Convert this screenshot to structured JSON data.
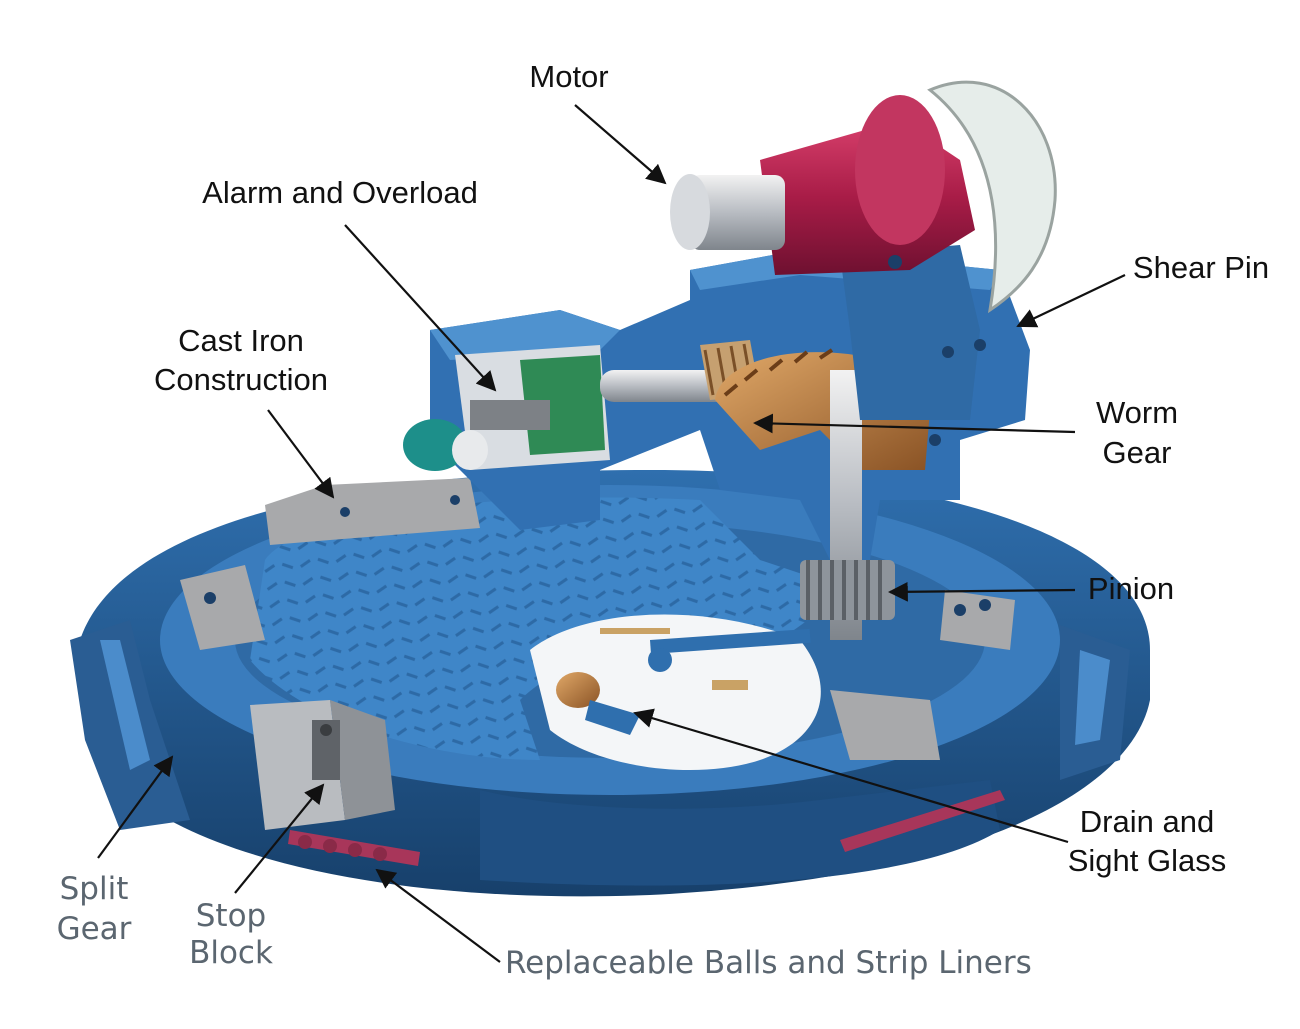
{
  "labels": {
    "motor": "Motor",
    "alarm": "Alarm and Overload",
    "shear_pin": "Shear Pin",
    "cast_iron_1": "Cast Iron",
    "cast_iron_2": "Construction",
    "worm_gear_1": "Worm",
    "worm_gear_2": "Gear",
    "pinion": "Pinion",
    "drain_1": "Drain and",
    "drain_2": "Sight Glass",
    "split_gear_1": "Split",
    "split_gear_2": "Gear",
    "stop_block_1": "Stop",
    "stop_block_2": "Block",
    "replaceable": "Replaceable Balls and Strip Liners"
  },
  "colors": {
    "casting_blue": "#2f6fae",
    "casting_light": "#4f92cf",
    "casting_dark": "#1d4778",
    "motor_red": "#b0234f",
    "bronze": "#b57a3c",
    "steel": "#c9ccd0",
    "pad_grey": "#a8a9ab",
    "label_dark": "#111111",
    "label_grey": "#5b6670"
  }
}
